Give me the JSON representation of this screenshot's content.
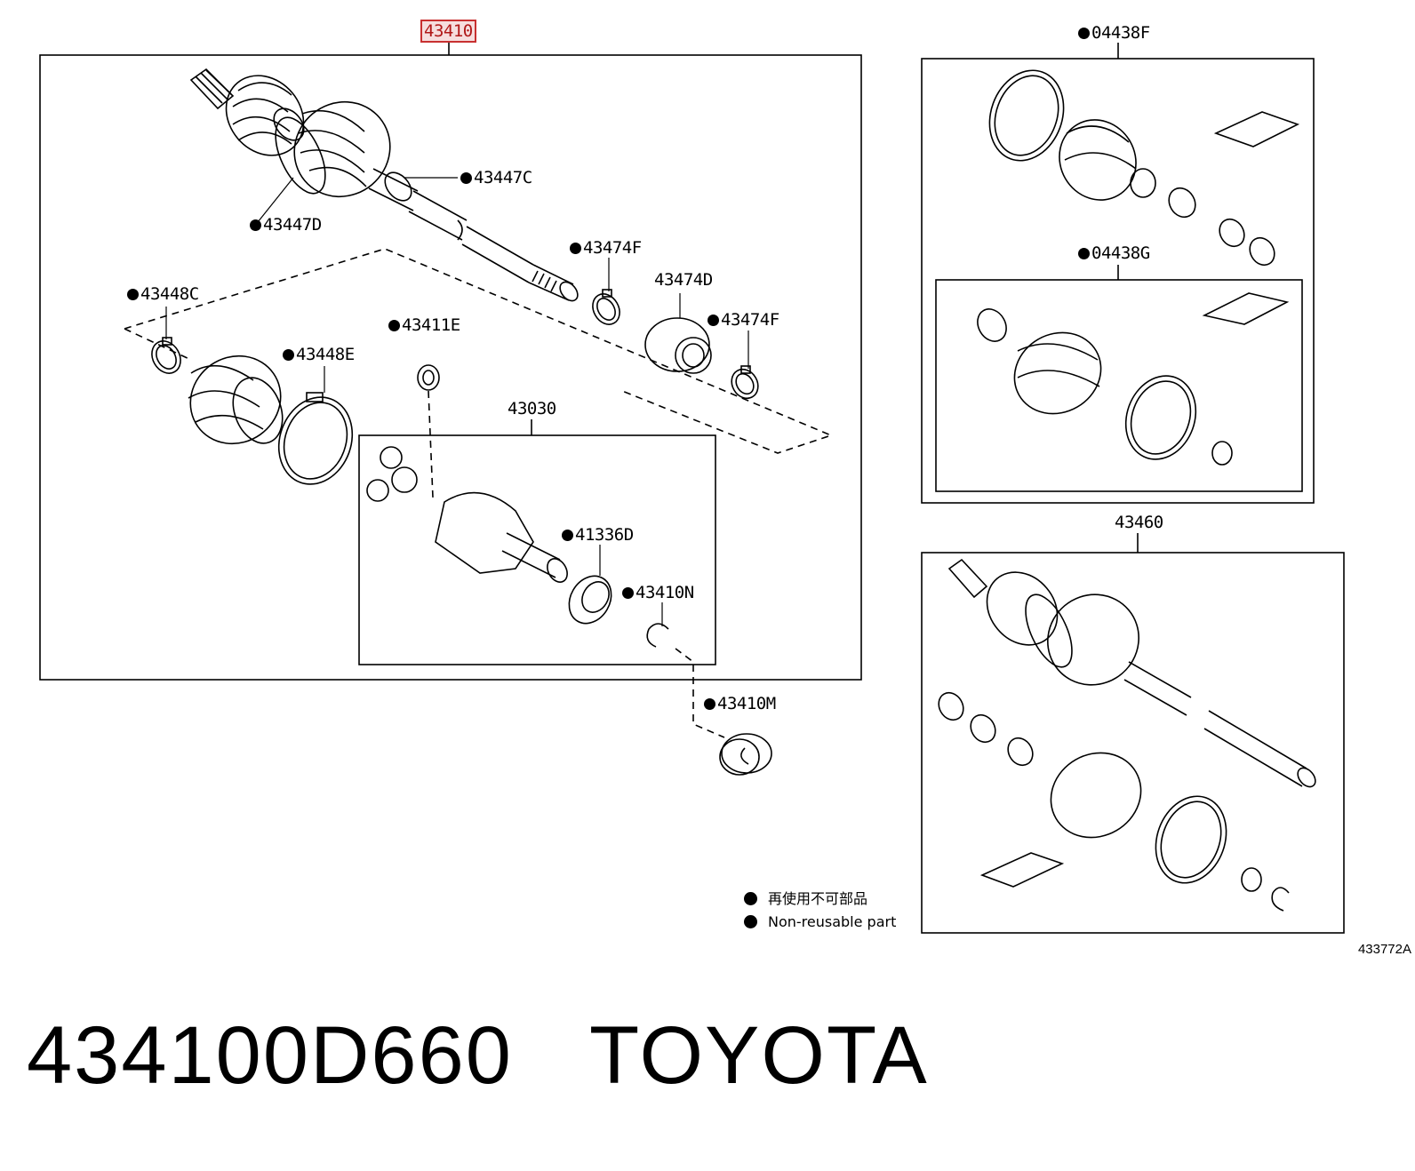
{
  "main_assembly": {
    "part_no": "43410"
  },
  "callouts": {
    "c43447C": "43447C",
    "c43447D": "43447D",
    "c43474F_top": "43474F",
    "c43474D": "43474D",
    "c43474F_bottom": "43474F",
    "c43448C": "43448C",
    "c43411E": "43411E",
    "c43448E": "43448E",
    "c43030": "43030",
    "c41336D": "41336D",
    "c43410N": "43410N",
    "c43410M": "43410M"
  },
  "boot_kits": {
    "outer": {
      "part_no": "04438F"
    },
    "inner": {
      "part_no": "04438G"
    }
  },
  "assembly_lh": {
    "part_no": "43460"
  },
  "legend": {
    "japanese": "再使用不可部品",
    "english": "Non-reusable part"
  },
  "figure_ref": "433772A",
  "caption": {
    "part_number": "434100D660",
    "brand": "TOYOTA"
  },
  "colors": {
    "highlight": "#c83030",
    "ink": "#000000"
  }
}
